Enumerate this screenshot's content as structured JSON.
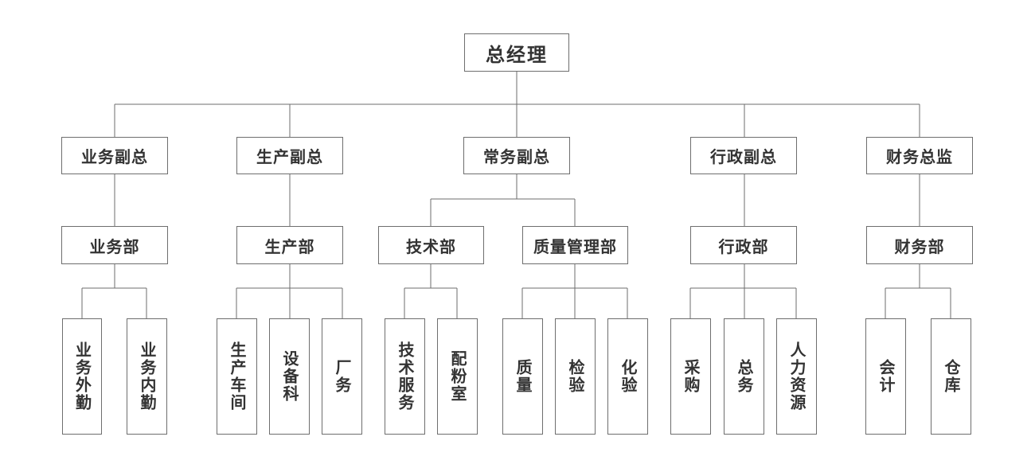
{
  "org_chart": {
    "root": "总经理",
    "vp": [
      "业务副总",
      "生产副总",
      "常务副总",
      "行政副总",
      "财务总监"
    ],
    "dept": [
      "业务部",
      "生产部",
      "技术部",
      "质量管理部",
      "行政部",
      "财务部"
    ],
    "unit": [
      "业务外勤",
      "业务内勤",
      "生产车间",
      "设备科",
      "厂务",
      "技术服务",
      "配粉室",
      "质量",
      "检验",
      "化验",
      "采购",
      "总务",
      "人力资源",
      "会计",
      "仓库"
    ]
  }
}
